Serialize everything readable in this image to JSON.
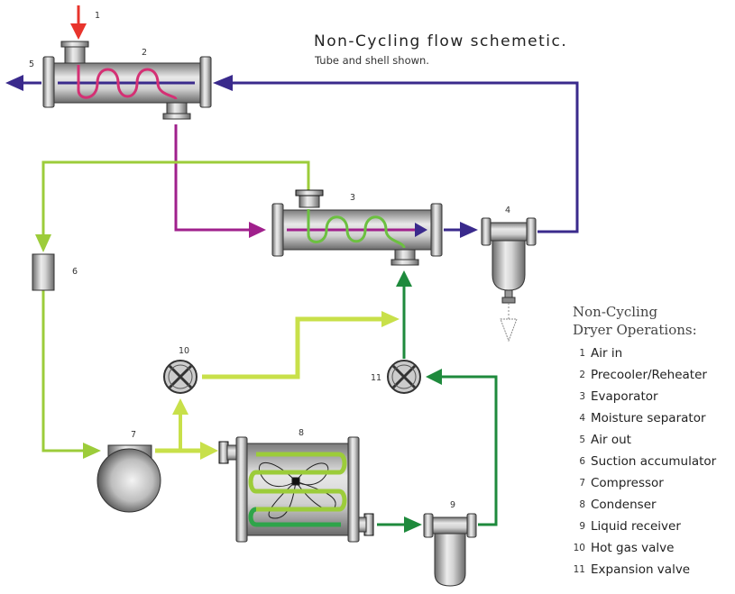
{
  "title": "Non-Cycling flow schemetic.",
  "subtitle": "Tube and shell shown.",
  "legend": {
    "title_line1": "Non-Cycling",
    "title_line2": "Dryer Operations:",
    "items": [
      {
        "num": "1",
        "label": "Air in"
      },
      {
        "num": "2",
        "label": "Precooler/Reheater"
      },
      {
        "num": "3",
        "label": "Evaporator"
      },
      {
        "num": "4",
        "label": "Moisture separator"
      },
      {
        "num": "5",
        "label": "Air out"
      },
      {
        "num": "6",
        "label": "Suction accumulator"
      },
      {
        "num": "7",
        "label": "Compressor"
      },
      {
        "num": "8",
        "label": "Condenser"
      },
      {
        "num": "9",
        "label": "Liquid receiver"
      },
      {
        "num": "10",
        "label": "Hot gas valve"
      },
      {
        "num": "11",
        "label": "Expansion valve"
      }
    ]
  },
  "component_labels": {
    "air_in": "1",
    "precooler": "2",
    "evaporator": "3",
    "separator": "4",
    "air_out": "5",
    "accumulator": "6",
    "compressor": "7",
    "condenser": "8",
    "receiver": "9",
    "hot_gas_valve": "10",
    "expansion_valve": "11"
  },
  "colors": {
    "hot_air": "#e8342c",
    "warm_air": "#a0208c",
    "dry_air": "#3a2a8c",
    "refrigerant_gas": "#9ccc3a",
    "hot_gas": "#c8e04a",
    "liquid_refrigerant": "#1e8a3c",
    "equipment_steel": "#b8b8b8"
  }
}
